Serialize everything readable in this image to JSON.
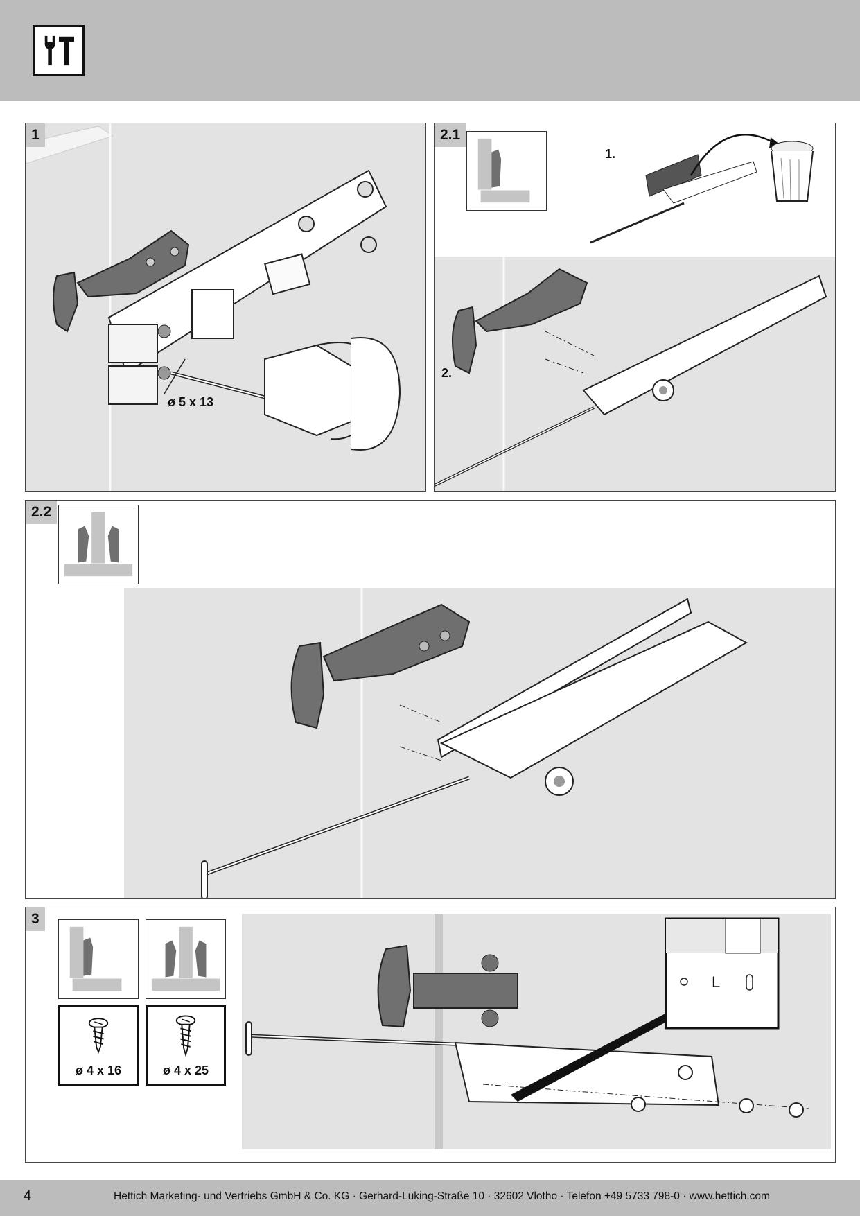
{
  "header": {
    "icon": "tools-icon"
  },
  "panels": {
    "p1": {
      "step": "1",
      "drill_label": "ø 5 x 13"
    },
    "p21": {
      "step": "2.1",
      "substep1": "1.",
      "substep2": "2."
    },
    "p22": {
      "step": "2.2"
    },
    "p3": {
      "step": "3",
      "screw_small": "ø 4 x 16",
      "screw_large": "ø 4 x 25",
      "side_mark": "L"
    }
  },
  "footer": {
    "page_number": "4",
    "imprint": "Hettich Marketing- und Vertriebs GmbH & Co. KG · Gerhard-Lüking-Straße 10 · 32602 Vlotho · Telefon +49 5733 798-0 · www.hettich.com"
  },
  "colors": {
    "band": "#bcbcbc",
    "panel_fill": "#e3e3e3",
    "hinge": "#6f6f6f"
  }
}
